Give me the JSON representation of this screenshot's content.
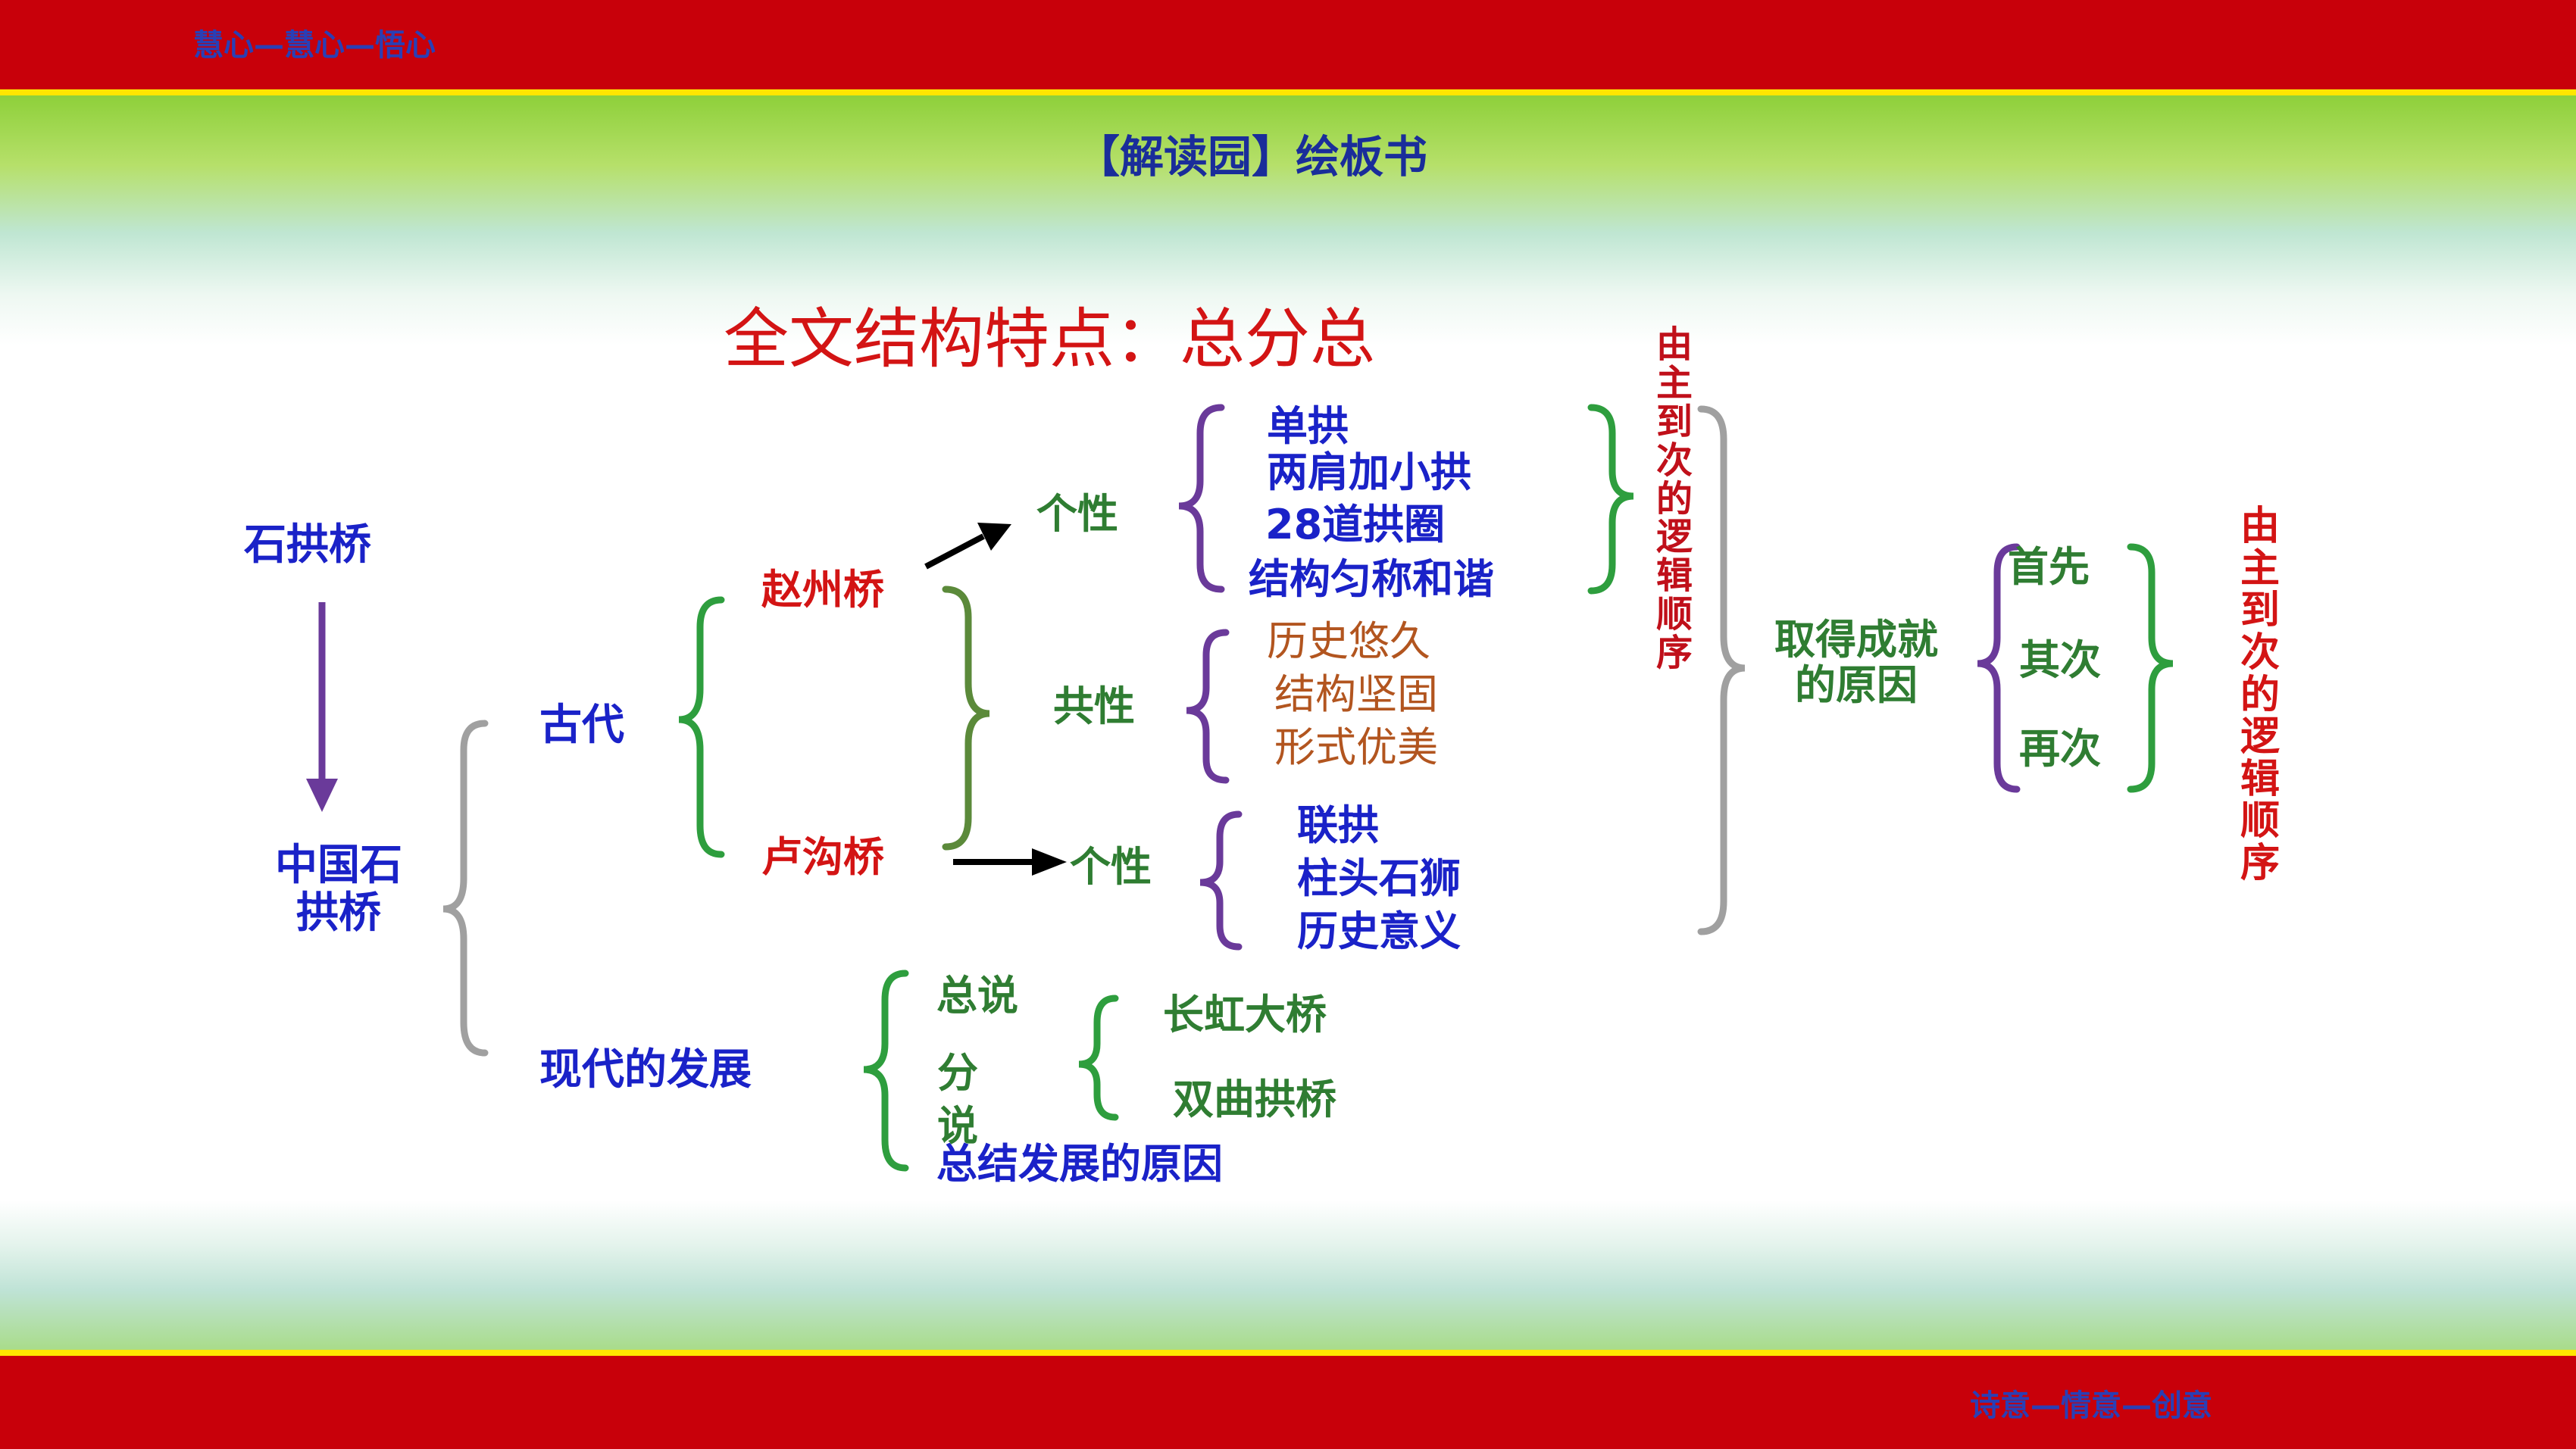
{
  "header": {
    "motto_left": "慧心—慧心—悟心",
    "slide_title": "【解读园】绘板书"
  },
  "footer": {
    "motto_right": "诗意—情意—创意"
  },
  "diagram": {
    "heading": "全文结构特点：总分总",
    "roots": [
      "石拱桥",
      "中国石拱桥"
    ],
    "branches": [
      "古代",
      "现代的发展"
    ],
    "bridges": [
      "赵州桥",
      "卢沟桥"
    ],
    "traits": {
      "zhaozhou_individual": "个性",
      "common": "共性",
      "lugou_individual": "个性"
    },
    "zhaozhou_features": [
      "单拱",
      "两肩加小拱",
      "28道拱圈",
      "结构匀称和谐"
    ],
    "common_features": [
      "历史悠久",
      "结构坚固",
      "形式优美"
    ],
    "lugou_features": [
      "联拱",
      "柱头石狮",
      "历史意义"
    ],
    "modern": {
      "parts": [
        "总说",
        "分说",
        "总结发展的原因"
      ],
      "examples": [
        "长虹大桥",
        "双曲拱桥"
      ]
    },
    "reason_label": "取得成就的原因",
    "reason_order": [
      "首先",
      "其次",
      "再次"
    ],
    "logic_order": "由主到次的逻辑顺序"
  },
  "colors": {
    "band": "#c8000a",
    "band_edge": "#ffe600",
    "navy_text": "#1a2d9a",
    "blue_text": "#1a22c8",
    "red_text": "#d31414",
    "green": "#2f7d32",
    "brown": "#b2551f",
    "purple": "#6a3a9a",
    "gray": "#a0a0a0"
  }
}
